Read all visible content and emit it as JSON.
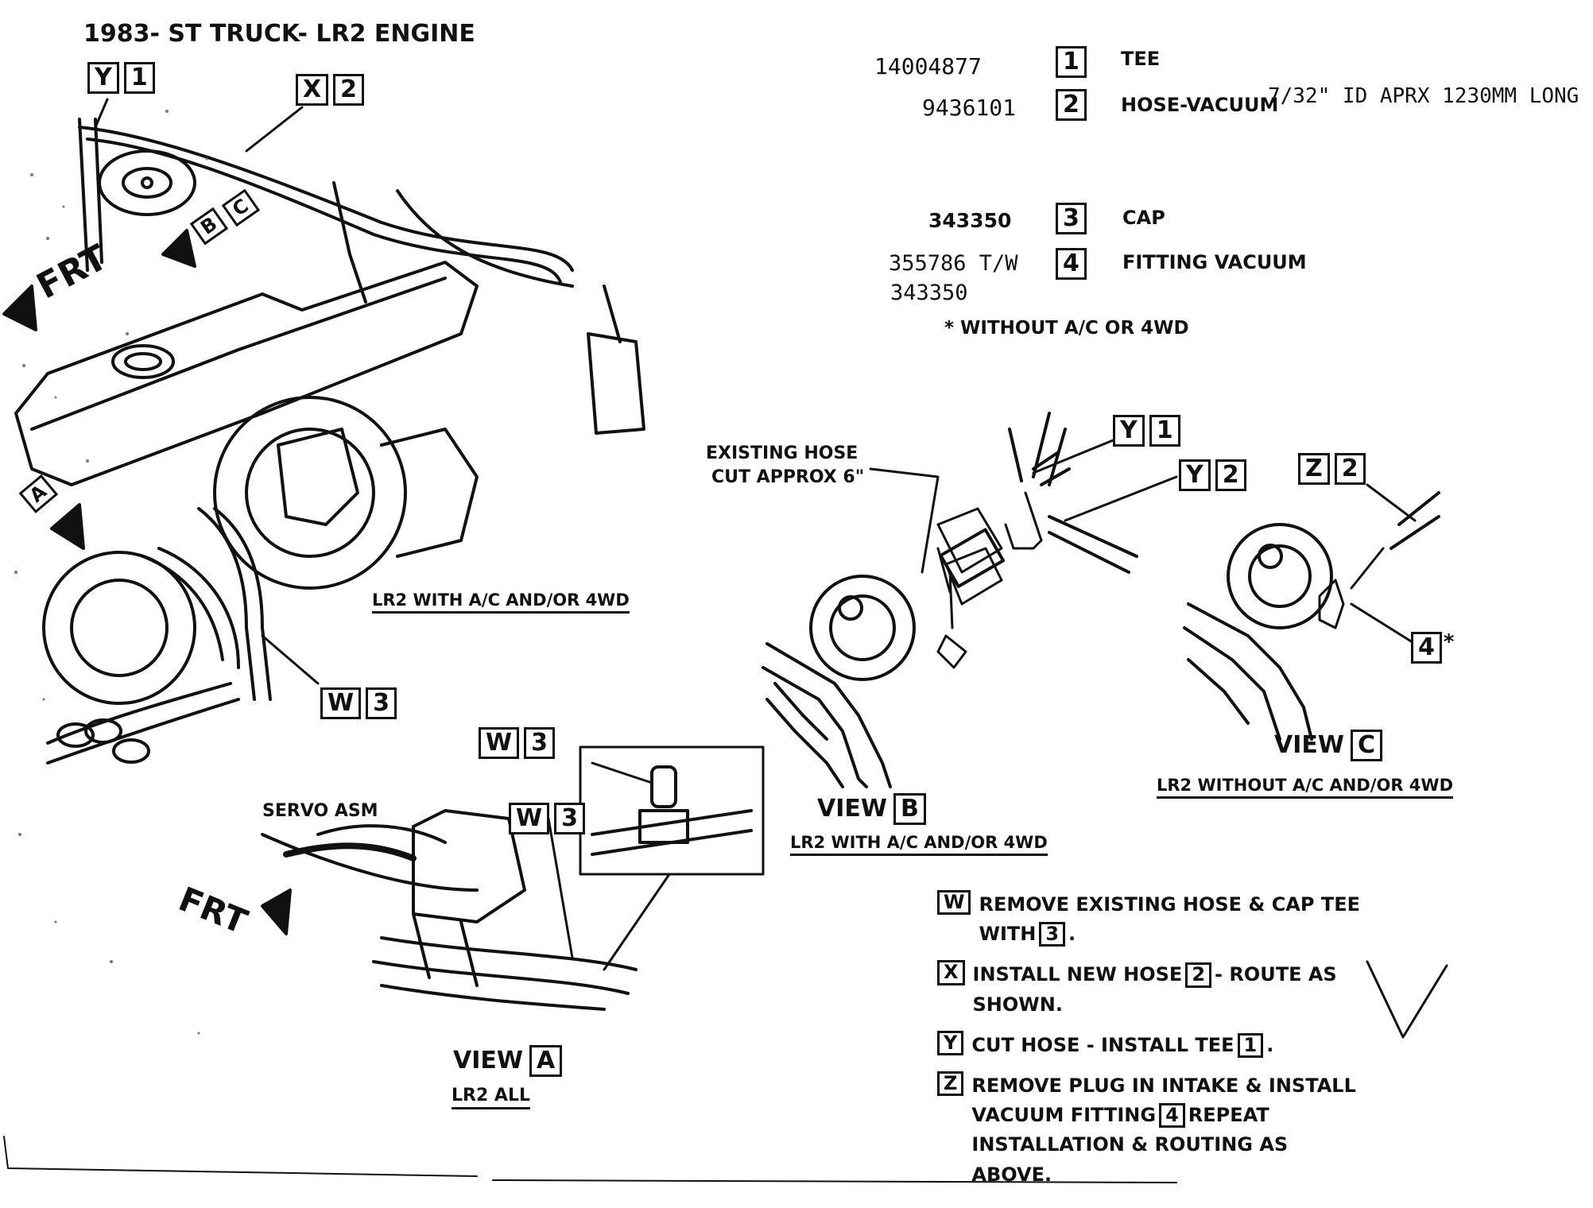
{
  "title": "1983- ST TRUCK- LR2 ENGINE",
  "parts": [
    {
      "number": "14004877",
      "key": "1",
      "description": "TEE"
    },
    {
      "number": "9436101",
      "key": "2",
      "description": "HOSE-VACUUM",
      "spec": "7/32\" ID APRX 1230MM LONG"
    },
    {
      "number": "343350",
      "key": "3",
      "description": "CAP"
    },
    {
      "number": "355786 T/W",
      "number2": "343350",
      "key": "4",
      "description": "FITTING VACUUM"
    }
  ],
  "footnote": "* WITHOUT A/C OR 4WD",
  "callouts": {
    "y1": [
      "Y",
      "1"
    ],
    "x2": [
      "X",
      "2"
    ],
    "w3": [
      "W",
      "3"
    ],
    "y2": [
      "Y",
      "2"
    ],
    "z2": [
      "Z",
      "2"
    ],
    "key4": "4",
    "star": "*"
  },
  "arrows": {
    "frt": "FRT",
    "a": "A",
    "b": "B",
    "c": "C"
  },
  "labels": {
    "main_caption": "LR2 WITH A/C AND/OR 4WD",
    "existing_hose_1": "EXISTING HOSE",
    "existing_hose_2": "CUT APPROX 6\"",
    "servo": "SERVO ASM"
  },
  "views": {
    "a": {
      "word": "VIEW",
      "letter": "A",
      "caption": "LR2 ALL"
    },
    "b": {
      "word": "VIEW",
      "letter": "B",
      "caption": "LR2 WITH A/C AND/OR 4WD"
    },
    "c": {
      "word": "VIEW",
      "letter": "C",
      "caption": "LR2 WITHOUT A/C AND/OR 4WD"
    }
  },
  "instructions": {
    "w": {
      "key": "W",
      "line1": "REMOVE EXISTING HOSE & CAP TEE",
      "line2": "WITH",
      "ref": "3",
      "end": "."
    },
    "x": {
      "key": "X",
      "pre": "INSTALL NEW HOSE",
      "ref": "2",
      "post": "- ROUTE AS",
      "line2": "SHOWN."
    },
    "y": {
      "key": "Y",
      "pre": "CUT HOSE - INSTALL TEE",
      "ref": "1",
      "end": "."
    },
    "z": {
      "key": "Z",
      "line1": "REMOVE PLUG IN INTAKE & INSTALL",
      "pre2": "VACUUM FITTING",
      "ref": "4",
      "post2": "REPEAT",
      "line3": "INSTALLATION & ROUTING AS ABOVE."
    }
  }
}
